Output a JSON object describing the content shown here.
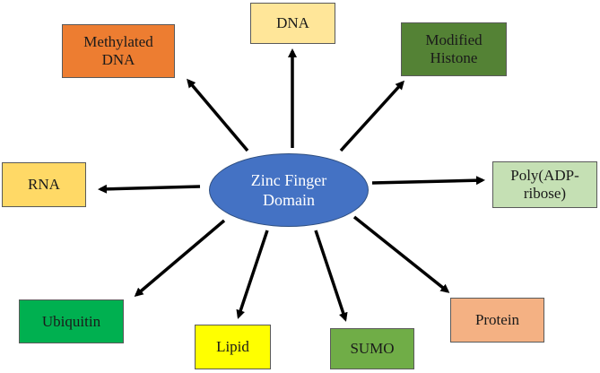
{
  "center": {
    "line1": "Zinc Finger",
    "line2": "Domain",
    "color": "#4472c4"
  },
  "nodes": [
    {
      "id": "dna",
      "lines": [
        "DNA"
      ],
      "color": "#ffe699"
    },
    {
      "id": "methylated-dna",
      "lines": [
        "Methylated",
        "DNA"
      ],
      "color": "#ed7d31"
    },
    {
      "id": "modified-histone",
      "lines": [
        "Modified",
        "Histone"
      ],
      "color": "#548235"
    },
    {
      "id": "rna",
      "lines": [
        "RNA"
      ],
      "color": "#ffd966"
    },
    {
      "id": "poly-adp-ribose",
      "lines": [
        "Poly(ADP-",
        "ribose)"
      ],
      "color": "#c5e0b4"
    },
    {
      "id": "ubiquitin",
      "lines": [
        "Ubiquitin"
      ],
      "color": "#00b050"
    },
    {
      "id": "lipid",
      "lines": [
        "Lipid"
      ],
      "color": "#ffff00"
    },
    {
      "id": "sumo",
      "lines": [
        "SUMO"
      ],
      "color": "#70ad47"
    },
    {
      "id": "protein",
      "lines": [
        "Protein"
      ],
      "color": "#f4b183"
    }
  ]
}
